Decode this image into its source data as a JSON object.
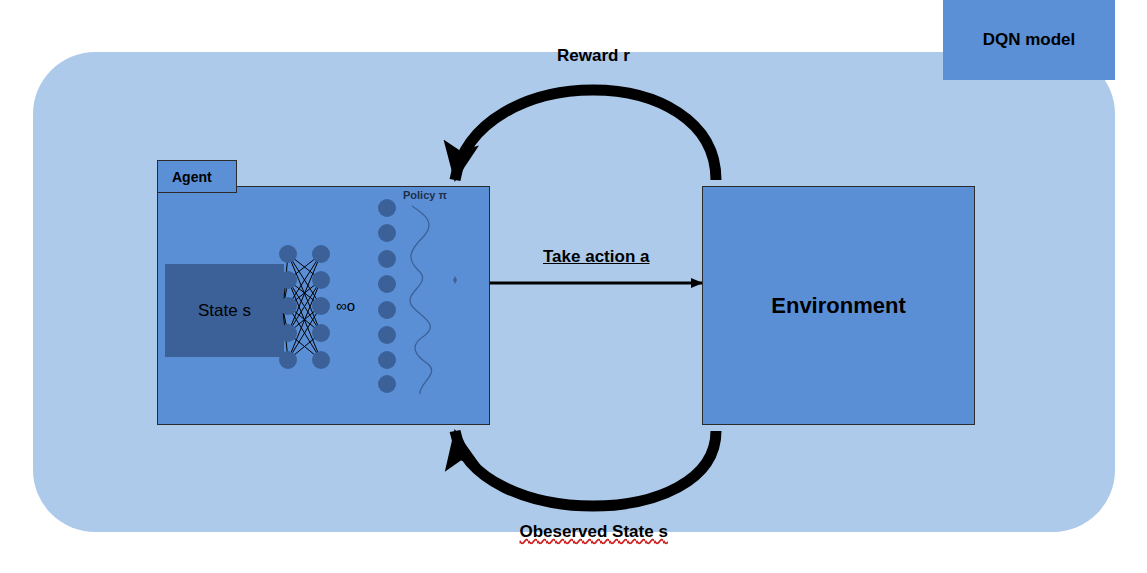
{
  "diagram": {
    "nodes": [
      {
        "text": [
          "DQN model"
        ]
      },
      {
        "text": [
          "Agent"
        ],
        "in": 0
      },
      {
        "text": [
          "State s"
        ],
        "in": 1
      },
      {
        "text": [
          "Environment"
        ],
        "in": 0
      }
    ],
    "edges": [
      {
        "from": 1,
        "to": 3,
        "label": "Take action a",
        "arrow": "to"
      },
      {
        "from": 3,
        "to": 1,
        "label": "Reward r",
        "arrow": "to"
      },
      {
        "from": 3,
        "to": 1,
        "label": "Obeserved State s",
        "arrow": "to"
      }
    ],
    "labels": [
      "∞o",
      "Policy π"
    ]
  }
}
